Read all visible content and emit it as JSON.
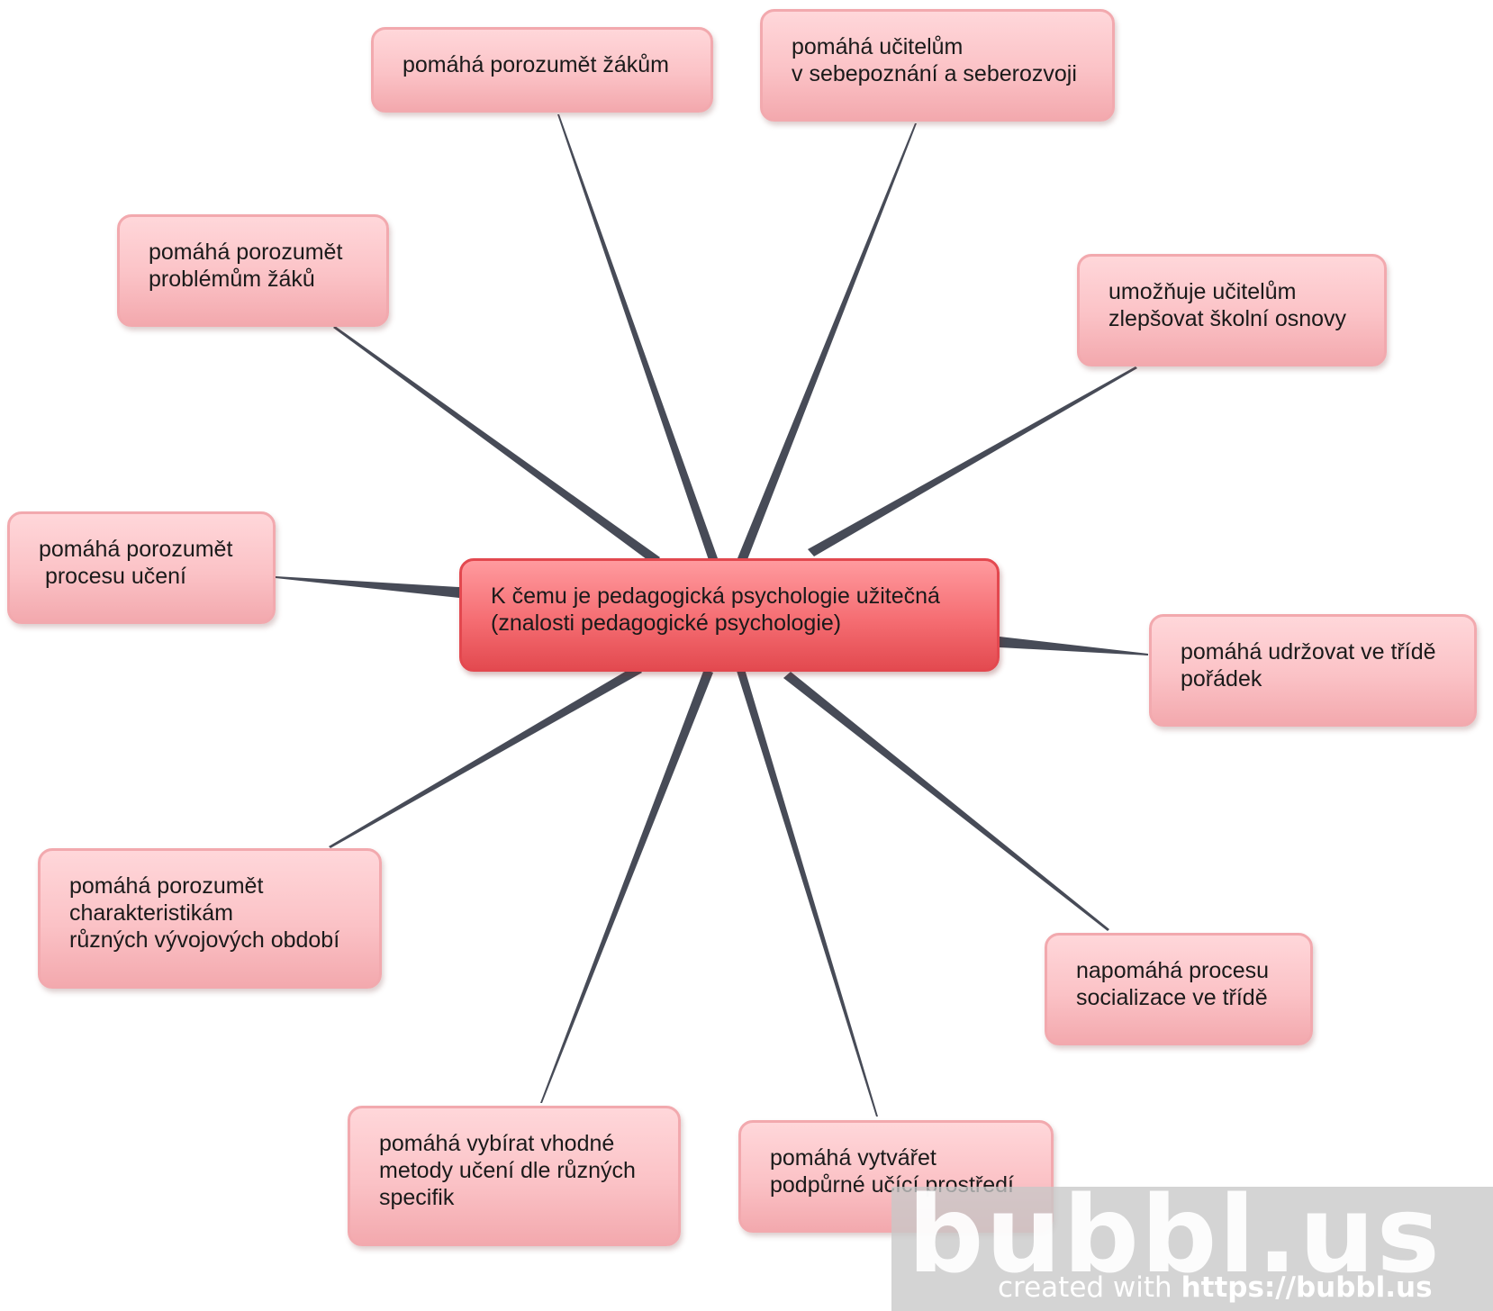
{
  "mindmap": {
    "center": "K čemu je pedagogická psychologie užitečná\n(znalosti pedagogické psychologie)",
    "nodes": [
      "pomáhá porozumět žákům",
      "pomáhá učitelům\nv sebepoznání a seberozvoji",
      "umožňuje učitelům\nzlepšovat školní osnovy",
      "pomáhá udržovat ve třídě\npořádek",
      "napomáhá procesu\nsocializace ve třídě",
      "pomáhá vytvářet\npodpůrné učící prostředí",
      "pomáhá vybírat vhodné\nmetody učení dle různých\nspecifik",
      "pomáhá porozumět\ncharakteristikám\nrůzných vývojových období",
      "pomáhá porozumět\n procesu učení",
      "pomáhá porozumět\nproblémům žáků"
    ]
  },
  "colors": {
    "node_fill": "#fbc2c6",
    "node_border": "#f2a9ae",
    "center_fill": "#f56d72",
    "center_border": "#e3484f",
    "connector": "#474b57"
  },
  "watermark": {
    "logo": "bubbl.us",
    "prefix": "created with ",
    "url": "https://bubbl.us"
  }
}
